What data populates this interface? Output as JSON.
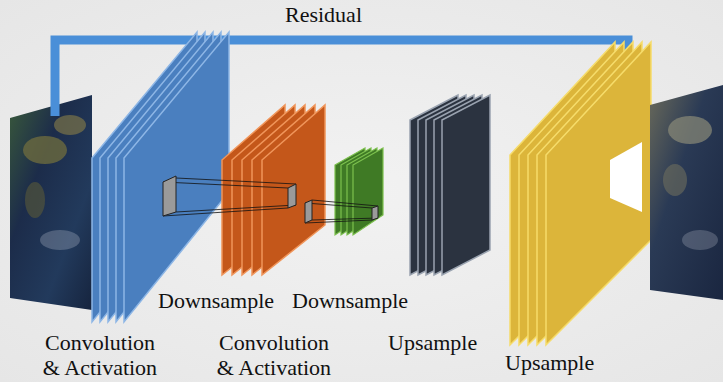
{
  "diagram": {
    "labels": [
      "Residual",
      "Downsample",
      "Downsample",
      "Convolution & Activation",
      "Convolution & Activation",
      "Upsample",
      "Upsample"
    ]
  }
}
